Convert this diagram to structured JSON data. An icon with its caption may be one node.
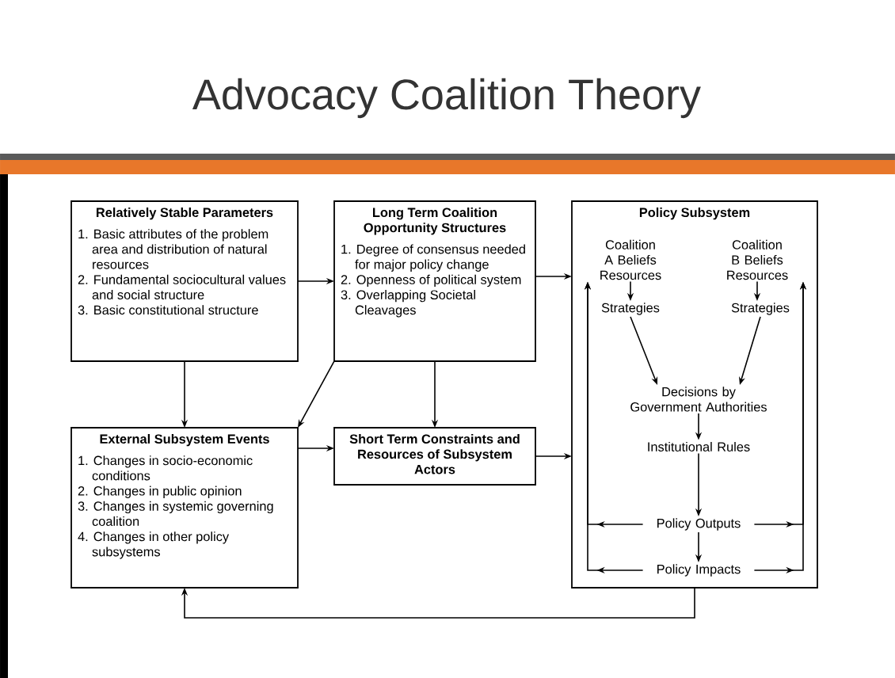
{
  "diagram": {
    "title": "Advocacy Coalition Theory",
    "nodes": [
      {
        "text": [
          "Relatively Stable Parameters",
          "1. Basic attributes of the problem area and distribution of natural resources",
          "2. Fundamental sociocultural values and social structure",
          "3. Basic constitutional structure"
        ]
      },
      {
        "text": [
          "Long Term Coalition Opportunity Structures",
          "1. Degree of consensus needed for major policy change",
          "2. Openness of political system",
          "3. Overlapping Societal Cleavages"
        ]
      },
      {
        "text": [
          "Policy Subsystem"
        ]
      },
      {
        "text": [
          "Coalition A Beliefs Resources"
        ],
        "in": 2
      },
      {
        "text": [
          "Coalition B Beliefs Resources"
        ],
        "in": 2
      },
      {
        "text": [
          "Strategies"
        ],
        "in": 2
      },
      {
        "text": [
          "Strategies"
        ],
        "in": 2
      },
      {
        "text": [
          "Decisions by Government Authorities"
        ],
        "in": 2
      },
      {
        "text": [
          "Institutional Rules"
        ],
        "in": 2
      },
      {
        "text": [
          "Policy Outputs"
        ],
        "in": 2
      },
      {
        "text": [
          "Policy Impacts"
        ],
        "in": 2
      },
      {
        "text": [
          "External Subsystem Events",
          "1. Changes in socio-economic conditions",
          "2. Changes in public opinion",
          "3. Changes in systemic governing coalition",
          "4. Changes in other policy subsystems"
        ]
      },
      {
        "text": [
          "Short Term Constraints and Resources of Subsystem Actors"
        ]
      }
    ],
    "edges": [
      {
        "from": 0,
        "to": 1,
        "arrow": "to"
      },
      {
        "from": 0,
        "to": 11,
        "arrow": "to"
      },
      {
        "from": 1,
        "to": 11,
        "arrow": "to"
      },
      {
        "from": 1,
        "to": 12,
        "arrow": "to"
      },
      {
        "from": 1,
        "to": 2,
        "arrow": "to"
      },
      {
        "from": 11,
        "to": 12,
        "arrow": "to"
      },
      {
        "from": 12,
        "to": 2,
        "arrow": "to"
      },
      {
        "from": 2,
        "to": 11,
        "arrow": "to"
      },
      {
        "from": 3,
        "to": 5,
        "arrow": "to"
      },
      {
        "from": 4,
        "to": 6,
        "arrow": "to"
      },
      {
        "from": 5,
        "to": 7,
        "arrow": "to"
      },
      {
        "from": 6,
        "to": 7,
        "arrow": "to"
      },
      {
        "from": 7,
        "to": 8,
        "arrow": "to"
      },
      {
        "from": 8,
        "to": 9,
        "arrow": "to"
      },
      {
        "from": 9,
        "to": 10,
        "arrow": "to"
      },
      {
        "from": 9,
        "to": 3,
        "arrow": "to"
      },
      {
        "from": 10,
        "to": 3,
        "arrow": "to"
      },
      {
        "from": 9,
        "to": 4,
        "arrow": "to"
      },
      {
        "from": 10,
        "to": 4,
        "arrow": "to"
      }
    ]
  }
}
